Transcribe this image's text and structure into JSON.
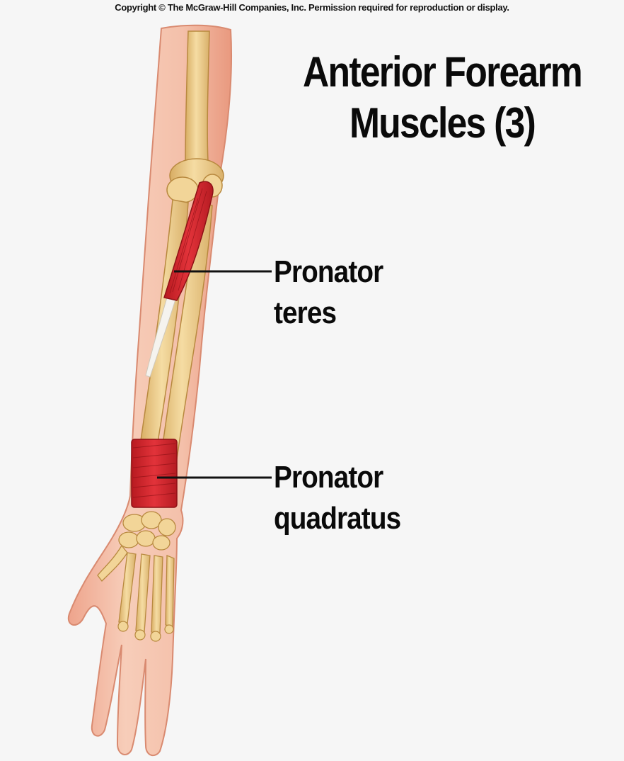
{
  "copyright": "Copyright © The McGraw-Hill Companies, Inc. Permission required for reproduction or display.",
  "title": {
    "line1": "Anterior Forearm",
    "line2": "Muscles (3)"
  },
  "labels": {
    "pronator_teres": {
      "line1": "Pronator",
      "line2": "teres"
    },
    "pronator_quadratus": {
      "line1": "Pronator",
      "line2": "quadratus"
    }
  },
  "colors": {
    "background": "#f6f6f6",
    "skin": "#f3b9a4",
    "bone": "#efcf8e",
    "muscle": "#d8262c",
    "tendon": "#f2f0ec",
    "leader_line": "#111111"
  }
}
